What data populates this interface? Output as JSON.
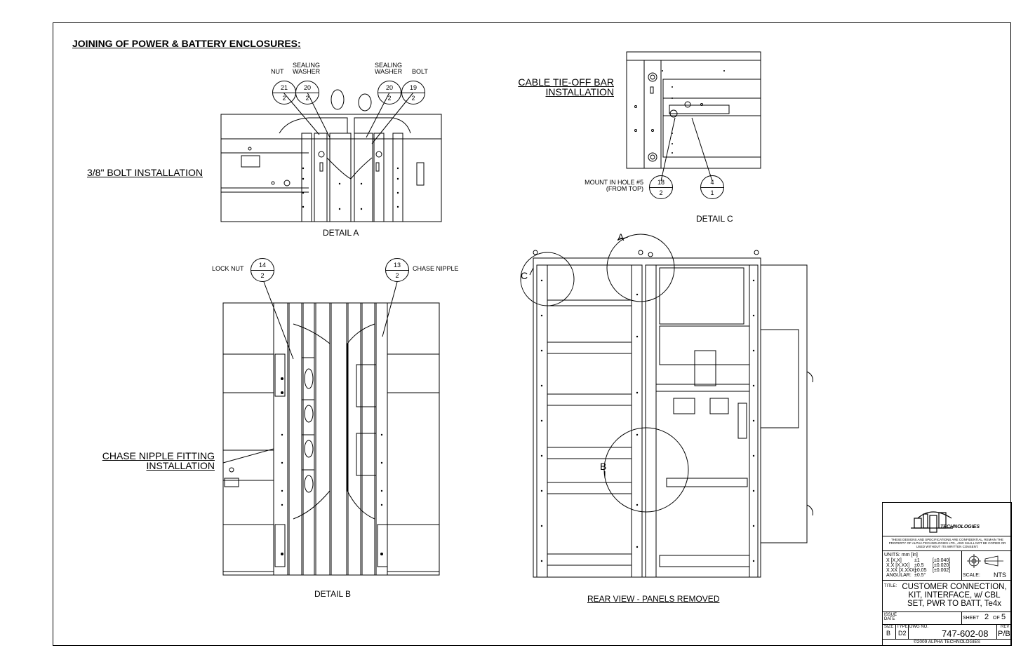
{
  "page_title": "JOINING OF POWER & BATTERY ENCLOSURES:",
  "detail_a": {
    "section_label": "3/8\" BOLT INSTALLATION",
    "caption": "DETAIL A",
    "labels": {
      "nut": "NUT",
      "sealing_washer_left": "SEALING\nWASHER",
      "sealing_washer_right": "SEALING\nWASHER",
      "bolt": "BOLT"
    },
    "bubbles": [
      {
        "top": "21",
        "bottom": "2"
      },
      {
        "top": "20",
        "bottom": "2"
      },
      {
        "top": "20",
        "bottom": "2"
      },
      {
        "top": "19",
        "bottom": "2"
      }
    ]
  },
  "detail_c": {
    "section_label": "CABLE TIE-OFF BAR\nINSTALLATION",
    "caption": "DETAIL C",
    "mount_note": "MOUNT IN HOLE #5\n(FROM TOP)",
    "bubbles": [
      {
        "top": "18",
        "bottom": "2"
      },
      {
        "top": "4",
        "bottom": "1"
      }
    ]
  },
  "detail_b": {
    "section_label": "CHASE NIPPLE FITTING\nINSTALLATION",
    "caption": "DETAIL B",
    "lock_nut": "LOCK NUT",
    "chase_nipple": "CHASE NIPPLE",
    "bubbles": [
      {
        "top": "14",
        "bottom": "2"
      },
      {
        "top": "13",
        "bottom": "2"
      }
    ]
  },
  "rear_view": {
    "caption": "REAR VIEW - PANELS REMOVED",
    "callouts": [
      "A",
      "B",
      "C"
    ]
  },
  "title_block": {
    "logo_text": "TECHNOLOGIES",
    "confidential": "THESE DESIGNS AND SPECIFICATIONS ARE CONFIDENTIAL, REMAIN THE PROPERTY OF ALPHA TECHNOLOGIES LTD., AND SHALL NOT BE COPIED OR USED WITHOUT ITS WRITTEN CONSENT.",
    "units": "UNITS: mm [in]",
    "tol_rows": [
      {
        "fmt": "X [X.X]",
        "mm": "±1",
        "in": "[±0.040]"
      },
      {
        "fmt": "X.X [X.XX]",
        "mm": "±0.5",
        "in": "[±0.020]"
      },
      {
        "fmt": "X.XX [X.XXX]",
        "mm": "±0.05",
        "in": "[±0.002]"
      },
      {
        "fmt": "ANGULAR:",
        "mm": "±0.5°",
        "in": ""
      }
    ],
    "scale_label": "SCALE:",
    "scale_value": "NTS",
    "title_label": "TITLE:",
    "title": "CUSTOMER CONNECTION,\nKIT, INTERFACE, w/ CBL\nSET, PWR TO BATT, Te4x",
    "issue_label": "ISSUE\nDATE",
    "sheet_label": "SHEET",
    "sheet_num": "2",
    "of_label": "OF",
    "sheet_total": "5",
    "size_label": "SIZE",
    "size": "B",
    "type_label": "TYPE",
    "type": "D2",
    "dwg_label": "DWG NO.",
    "dwg_no": "747-602-08",
    "rev_label": "REV",
    "rev": "P/B",
    "copyright": "©2009 ALPHA TECHNOLOGIES"
  }
}
